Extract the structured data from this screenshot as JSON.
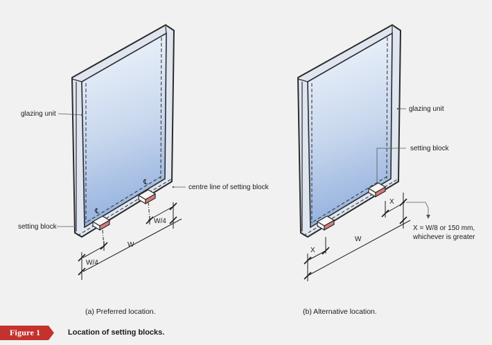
{
  "colors": {
    "badge": "#c4322d",
    "setting_block": "#d87a7a",
    "glass_top": "#eef3fb",
    "glass_bottom": "#9fb9e1",
    "frame": "#2a2a2a"
  },
  "figure": {
    "badge": "Figure 1",
    "caption": "Location of setting blocks."
  },
  "left": {
    "caption": "(a) Preferred location.",
    "label_glazing": "glazing unit",
    "label_centre": "centre line of setting block",
    "label_setting": "setting block",
    "cl_symbol": "℄",
    "dim_w4_a": "W/4",
    "dim_w4_b": "W/4",
    "dim_w": "W"
  },
  "right": {
    "caption": "(b) Alternative location.",
    "label_glazing": "glazing unit",
    "label_setting": "setting block",
    "dim_x_a": "X",
    "dim_x_b": "X",
    "dim_w": "W",
    "note_line1": "X = W/8 or 150 mm,",
    "note_line2": "whichever is greater"
  }
}
